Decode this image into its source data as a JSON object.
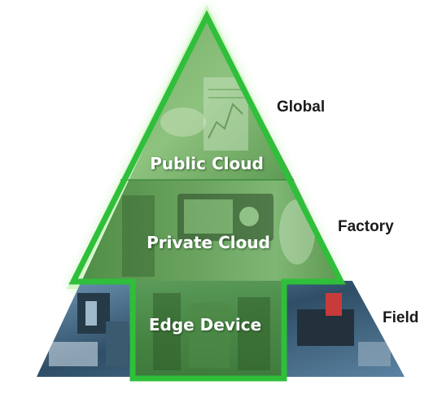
{
  "tiers": {
    "public_cloud": "Public Cloud",
    "private_cloud": "Private Cloud",
    "edge_device": "Edge Device"
  },
  "side_labels": {
    "global": "Global",
    "factory": "Factory",
    "field": "Field"
  },
  "colors": {
    "outline_green": "#2fbf3a",
    "glow_green": "#bff0b3",
    "overlay_green": "#3f9a3a",
    "field_photo_blue": "#3e6f93",
    "field_photo_dark": "#1f3140"
  }
}
